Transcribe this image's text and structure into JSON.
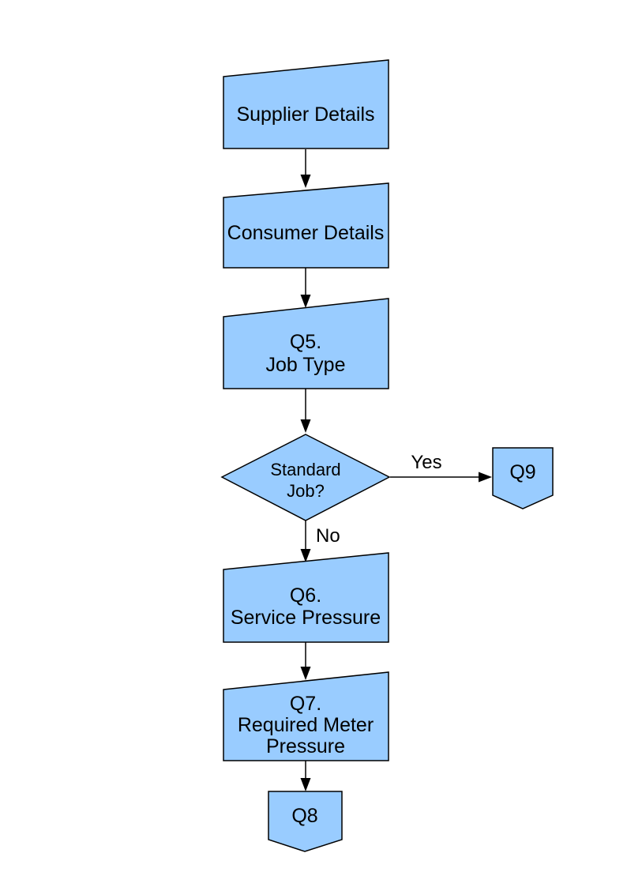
{
  "page": {
    "background": "#ffffff"
  },
  "diagram": {
    "type": "flowchart",
    "shape_fill": "#99ccff",
    "shape_stroke": "#000000",
    "line_color": "#000000",
    "text_color": "#000000",
    "nodes": [
      {
        "id": "supplier-details",
        "shape": "manual-input",
        "lines": [
          "Supplier Details"
        ]
      },
      {
        "id": "consumer-details",
        "shape": "manual-input",
        "lines": [
          "Consumer Details"
        ]
      },
      {
        "id": "q5-job-type",
        "shape": "manual-input",
        "lines": [
          "Q5.",
          "Job Type"
        ]
      },
      {
        "id": "standard-job",
        "shape": "decision",
        "lines": [
          "Standard",
          "Job?"
        ]
      },
      {
        "id": "q9",
        "shape": "off-page-connector",
        "lines": [
          "Q9"
        ]
      },
      {
        "id": "q6-service-pressure",
        "shape": "manual-input",
        "lines": [
          "Q6.",
          "Service Pressure"
        ]
      },
      {
        "id": "q7-required-meter-pressure",
        "shape": "manual-input",
        "lines": [
          "Q7.",
          "Required Meter",
          "Pressure"
        ]
      },
      {
        "id": "q8",
        "shape": "off-page-connector",
        "lines": [
          "Q8"
        ]
      }
    ],
    "edges": [
      {
        "from": "supplier-details",
        "to": "consumer-details",
        "label": ""
      },
      {
        "from": "consumer-details",
        "to": "q5-job-type",
        "label": ""
      },
      {
        "from": "q5-job-type",
        "to": "standard-job",
        "label": ""
      },
      {
        "from": "standard-job",
        "to": "q9",
        "label": "Yes"
      },
      {
        "from": "standard-job",
        "to": "q6-service-pressure",
        "label": "No"
      },
      {
        "from": "q6-service-pressure",
        "to": "q7-required-meter-pressure",
        "label": ""
      },
      {
        "from": "q7-required-meter-pressure",
        "to": "q8",
        "label": ""
      }
    ]
  }
}
